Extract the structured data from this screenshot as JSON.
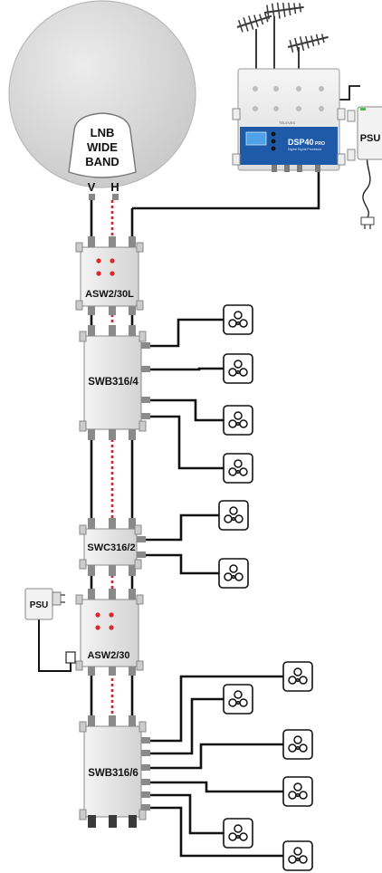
{
  "lnb": {
    "lines": [
      "LNB",
      "WIDE",
      "BAND"
    ],
    "port_v": "V",
    "port_h": "H"
  },
  "headend": {
    "brand": "TELEVES",
    "model": "DSP40",
    "model_suffix": "PRO",
    "subtitle": "Digital Signal Processor",
    "psu": "PSU"
  },
  "devices": {
    "asw1": "ASW2/30L",
    "swb1": "SWB316/4",
    "swc": "SWC316/2",
    "asw2": "ASW2/30",
    "swb2": "SWB316/6",
    "psu2": "PSU"
  },
  "colors": {
    "cable": "#111111",
    "satellite_dashed": "#dd1f26",
    "dish": "#d6d6d6",
    "device_body": "#dcdcdc",
    "led_red": "#e0262b",
    "headend_panel": "#1f5aa8"
  },
  "icons": [
    "satellite-dish-icon",
    "terrestrial-antenna-icon",
    "tv-outlet-icon",
    "f-connector-icon",
    "power-plug-icon"
  ]
}
